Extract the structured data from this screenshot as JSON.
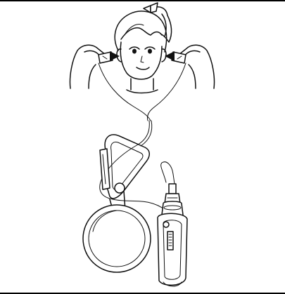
{
  "figure": {
    "parts": [
      "person",
      "earphone-left",
      "earphone-right",
      "earphone-cord",
      "carabiner-clip",
      "round-case",
      "audio-player"
    ]
  }
}
